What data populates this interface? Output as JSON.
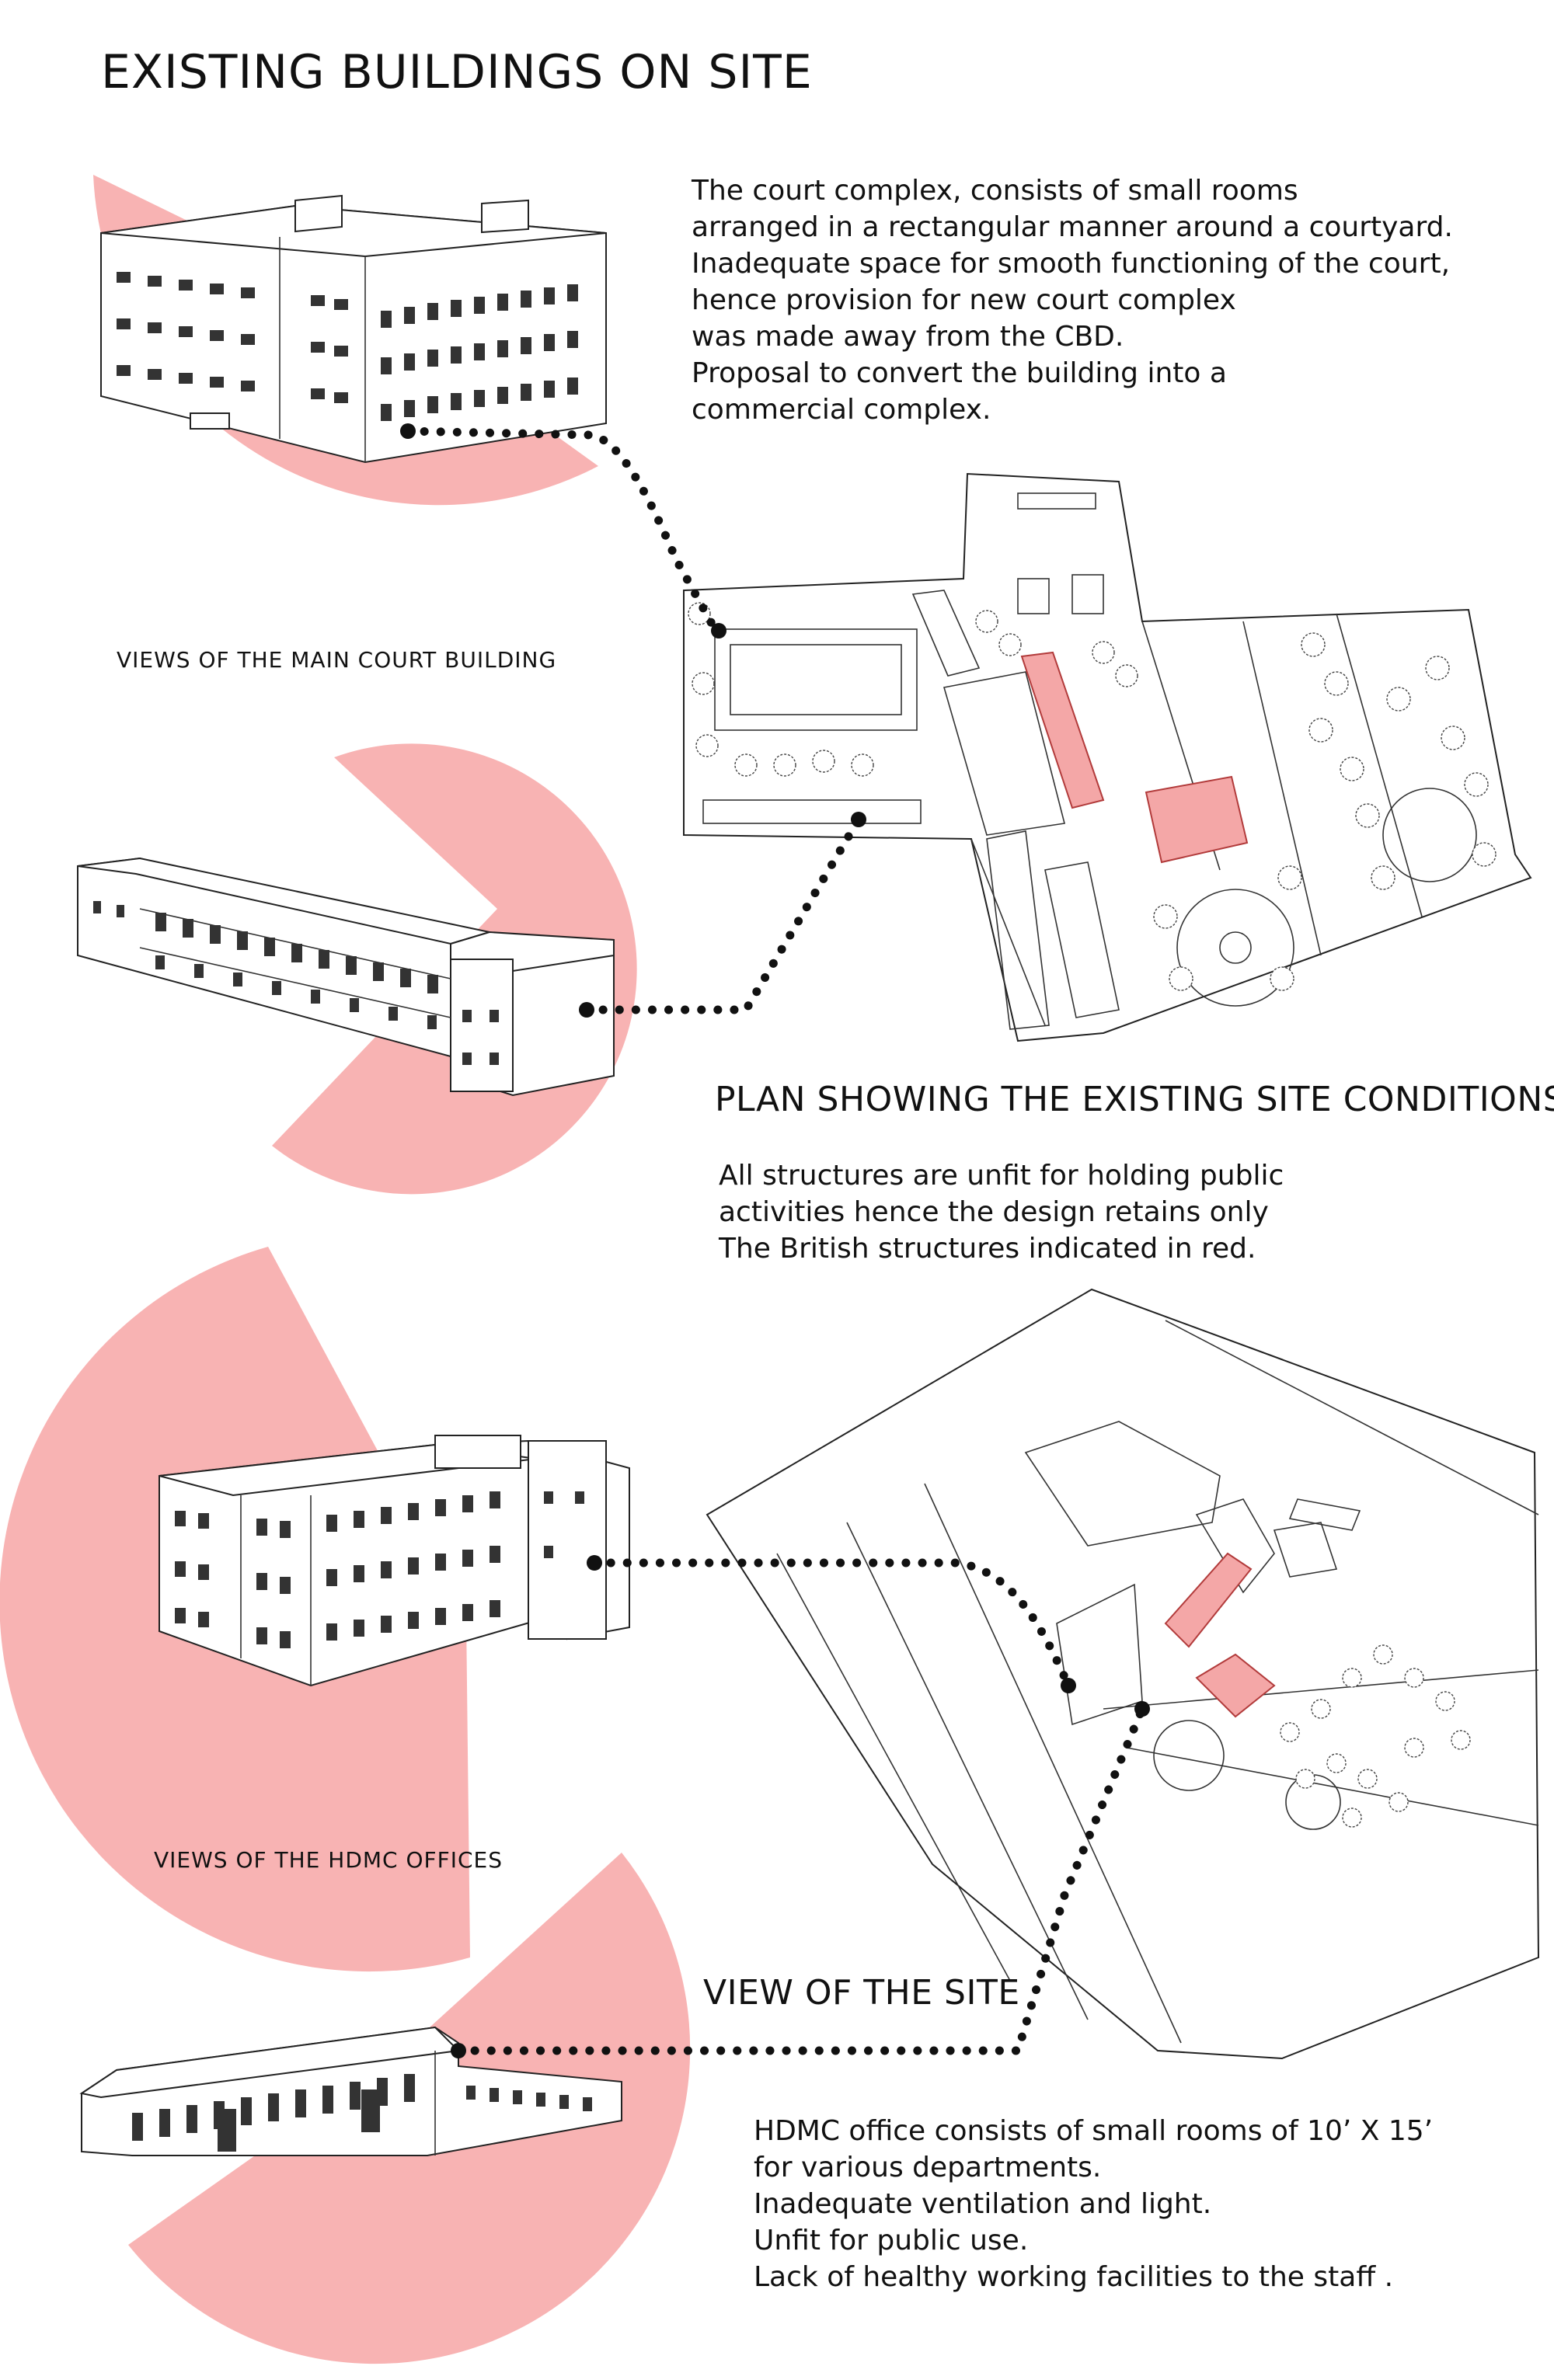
{
  "title": "EXISTING BUILDINGS ON SITE",
  "court_description": [
    "The court complex, consists of small rooms",
    "arranged in a rectangular manner around a courtyard.",
    "Inadequate space for smooth functioning of the court,",
    "hence provision for new court complex",
    "was made away from the CBD.",
    "Proposal to convert the building into a",
    "commercial complex."
  ],
  "caption_main_court": "VIEWS OF THE MAIN COURT BUILDING",
  "plan_heading": "PLAN SHOWING THE EXISTING SITE CONDITIONS",
  "plan_note": [
    "All structures are unfit for holding public",
    "activities hence the design retains only",
    "The British structures indicated in red."
  ],
  "caption_hdmc": "VIEWS OF THE HDMC OFFICES",
  "site_heading": "VIEW OF THE SITE",
  "hdmc_description": [
    "HDMC office consists of small rooms of 10’ X 15’",
    "for various departments.",
    "Inadequate ventilation and light.",
    "Unfit for public use.",
    "Lack of healthy working facilities to the staff ."
  ],
  "colors": {
    "view_cone": "#f8b3b3",
    "british_structures": "#f4a7a7",
    "leader_dots": "#111111"
  }
}
